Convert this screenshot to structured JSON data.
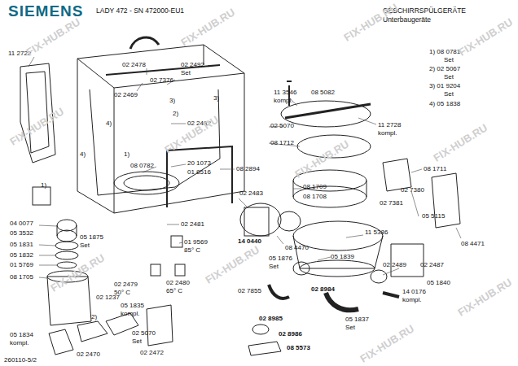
{
  "diagram": {
    "title": "LADY 472 - SN 472000-EU1",
    "labels": [
      "SIEMENS",
      "GESCHIRRSPÜLGERÄTE",
      "Unterbaugeräte",
      "11 2722",
      "02 2478",
      "02 7376",
      "02 2469",
      "02 2492",
      "Set",
      "3)",
      "3)",
      "2)",
      "4)",
      "4)",
      "1)",
      "02 2482",
      "08 0782",
      "20 1073",
      "01 8516",
      "08 2894",
      "1)",
      "04 0077",
      "05 3532",
      "05 1831",
      "05 1832",
      "01 5769",
      "08 1705",
      "05 1875",
      "Set",
      "02 2481",
      "01 9569",
      "85° C",
      "02 2479",
      "50° C",
      "02 2480",
      "65° C",
      "02 1237",
      "05 1835",
      "kompl.",
      "2)",
      "05 1834",
      "kompl.",
      "02 5070",
      "Set",
      "02 2470",
      "02 2472",
      "260110-5/2",
      "1) 08 0781",
      "Set",
      "2) 02 5067",
      "Set",
      "3) 01 9204",
      "Set",
      "4) 05 1838",
      "11 3546",
      "kompl.",
      "08 5082",
      "02 5070",
      "11 2728",
      "kompl.",
      "08 1712",
      "08 1711",
      "02 2483",
      "08 1709",
      "08 1708",
      "02 7380",
      "02 7381",
      "05 5115",
      "14 0440",
      "11 5386",
      "08 4471",
      "08 4470",
      "05 1876",
      "Set",
      "05 1839",
      "02 2489",
      "02 2487",
      "05 1840",
      "02 7855",
      "02 8984",
      "14 0176",
      "kompl.",
      "05 1837",
      "Set",
      "02 8985",
      "02 8986",
      "08 5573",
      "FIX-HUB.RU",
      "FIX-HUB.RU",
      "FIX-HUB.RU",
      "FIX-HUB.RU",
      "FIX-HUB.RU",
      "FIX-HUB.RU",
      "FIX-HUB.RU",
      "FIX-HUB.RU",
      "FIX-HUB.RU",
      "FIX-HUB.RU",
      "FIX-HUB.RU",
      "FIX-HUB.RU"
    ]
  }
}
